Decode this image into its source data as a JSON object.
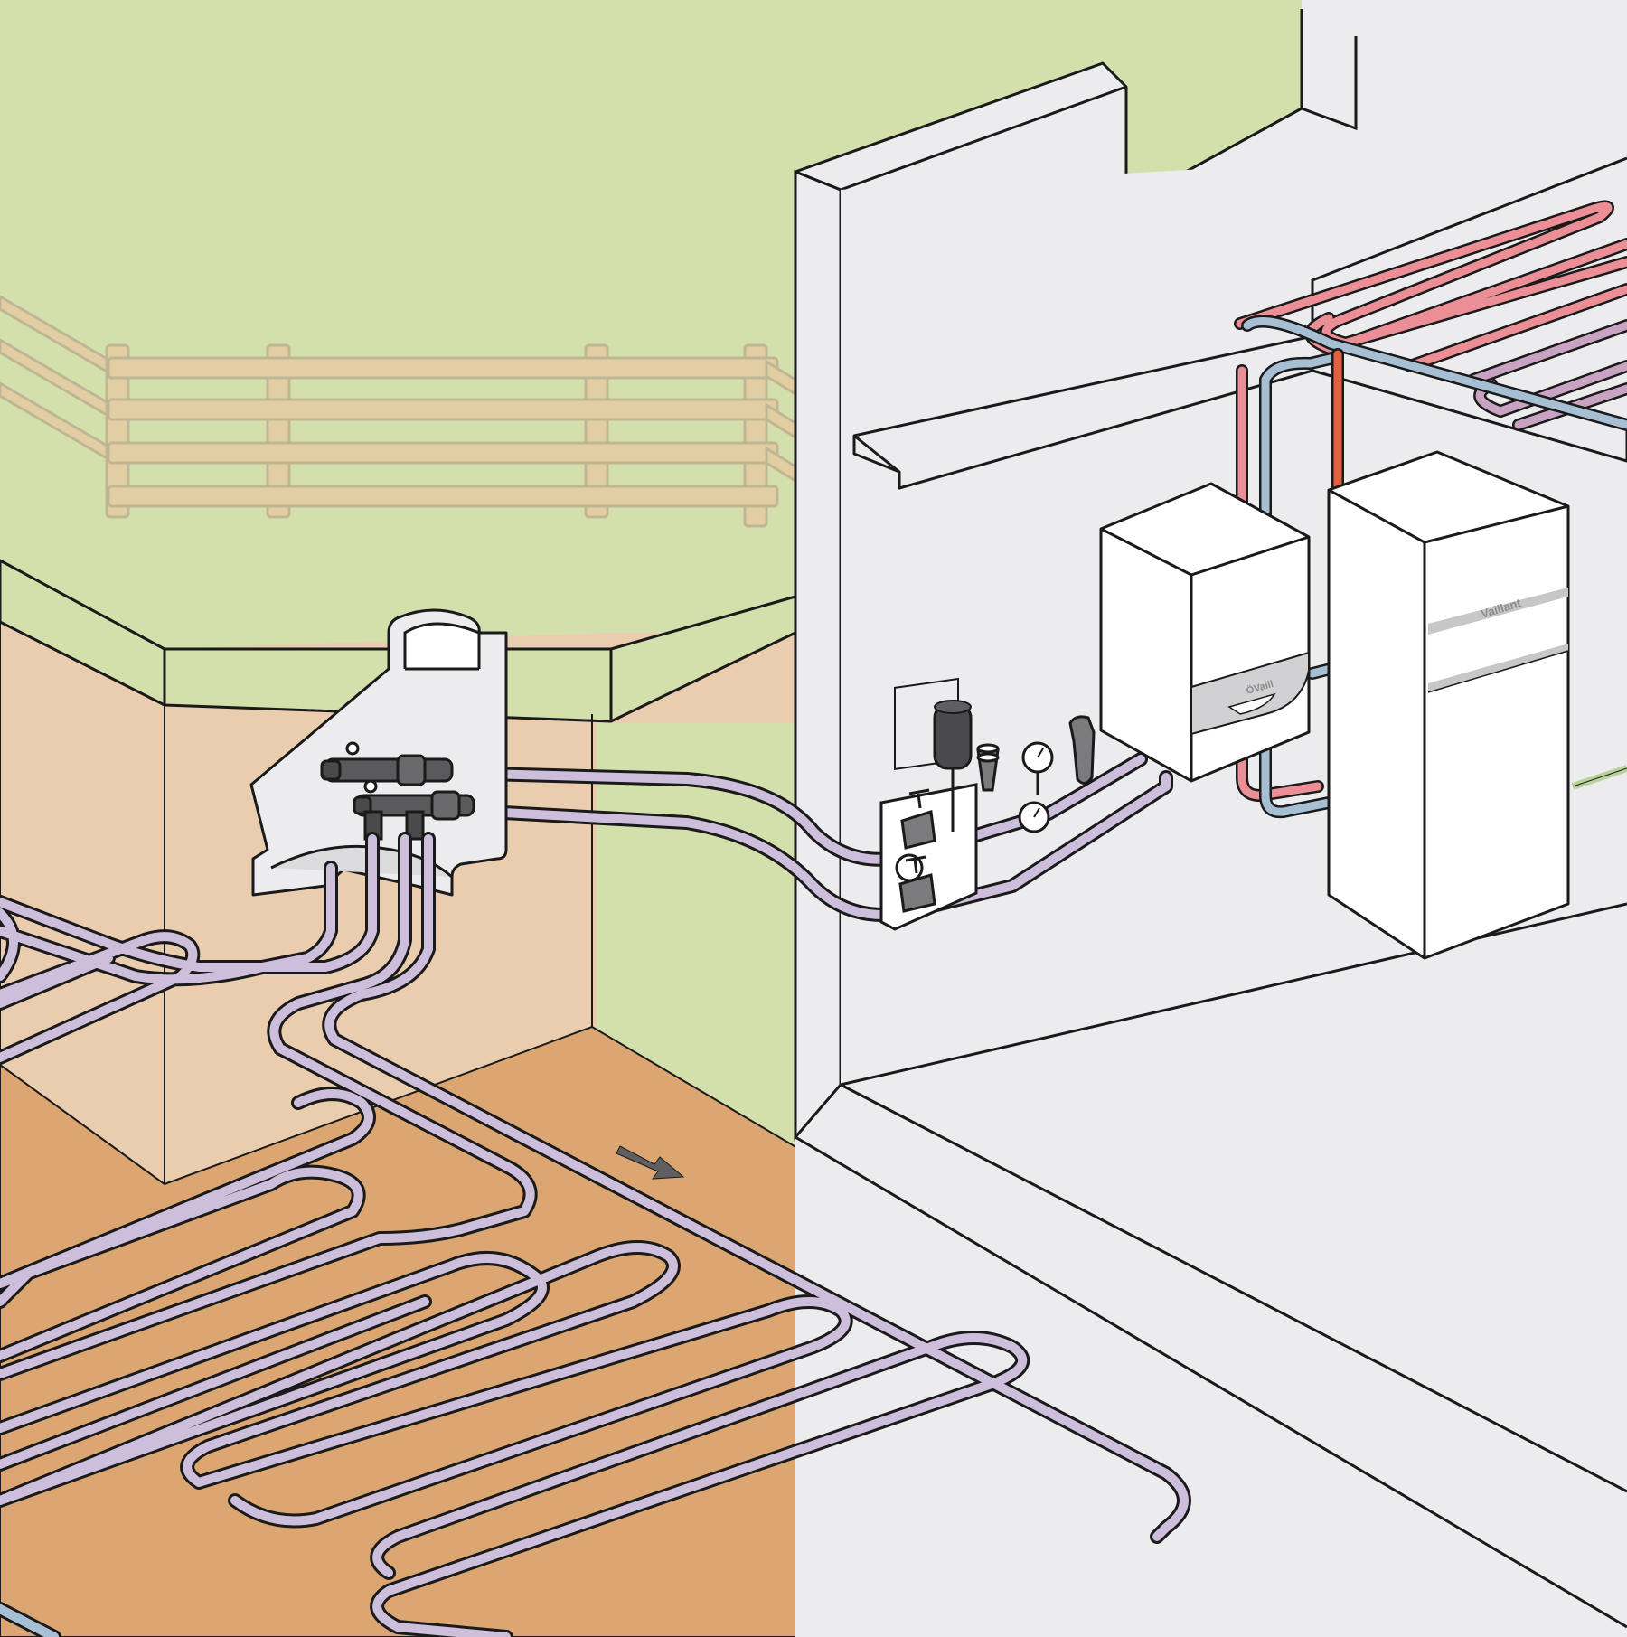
{
  "brand": {
    "heat_pump_label": "Vaillant",
    "boiler_label": "ÖVaill"
  },
  "colors": {
    "grass": "#d3e0ab",
    "soil_wall": "#eacdae",
    "soil_floor": "#dba671",
    "building_wall": "#ececee",
    "collector_pipe": "#cdbfdc",
    "flow_pipe_hot": "#ec8e96",
    "return_pipe_cold": "#a7bfd3",
    "fence": "#e9c79f",
    "outline": "#1a1a1a"
  },
  "icons": [
    "manifold-shaft",
    "brine-manifold",
    "wall-mounted-unit",
    "heat-pump-unit",
    "expansion-vessel",
    "pressure-gauge",
    "shutoff-valve",
    "flow-direction-arrow",
    "underfloor-heating-loop"
  ]
}
